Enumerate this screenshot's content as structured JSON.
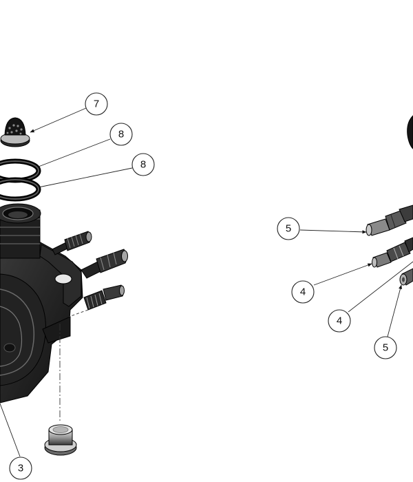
{
  "callouts": [
    {
      "id": "c7",
      "label": "7"
    },
    {
      "id": "c8a",
      "label": "8"
    },
    {
      "id": "c8b",
      "label": "8"
    },
    {
      "id": "c3",
      "label": "3"
    },
    {
      "id": "c5a",
      "label": "5"
    },
    {
      "id": "c4a",
      "label": "4"
    },
    {
      "id": "c4b",
      "label": "4"
    },
    {
      "id": "c5b",
      "label": "5"
    }
  ],
  "colors": {
    "part_dark": "#1c1c1c",
    "part_mid": "#4a4a4a",
    "part_light": "#bdbdbd",
    "line": "#222222",
    "background": "#ffffff"
  }
}
